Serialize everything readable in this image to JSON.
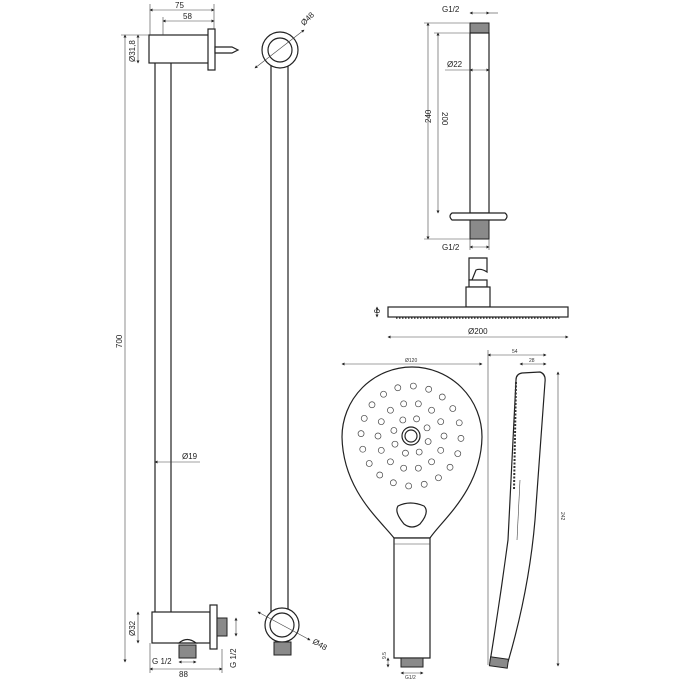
{
  "rail_front": {
    "width_overall": "75",
    "width_wall": "58",
    "bracket_top_dia": "Ø31,8",
    "height": "700",
    "tube_dia": "Ø19",
    "bracket_bottom_dia": "Ø32",
    "outlet_bottom": "G 1/2",
    "depth": "88",
    "outlet_side": "G 1/2"
  },
  "rail_side": {
    "top_ring_dia": "Ø48",
    "bottom_ring_dia": "Ø48"
  },
  "ceiling_arm": {
    "thread_top": "G1/2",
    "pipe_dia": "Ø22",
    "pipe_length": "200",
    "overall_length": "240",
    "thread_bottom": "G1/2"
  },
  "rain_head": {
    "thickness": "9",
    "diameter": "Ø200"
  },
  "hand_shower": {
    "head_dia": "Ø120",
    "depth_overall": "54",
    "depth_head": "28",
    "length": "242",
    "thread_length": "9.5",
    "thread": "G1/2"
  }
}
